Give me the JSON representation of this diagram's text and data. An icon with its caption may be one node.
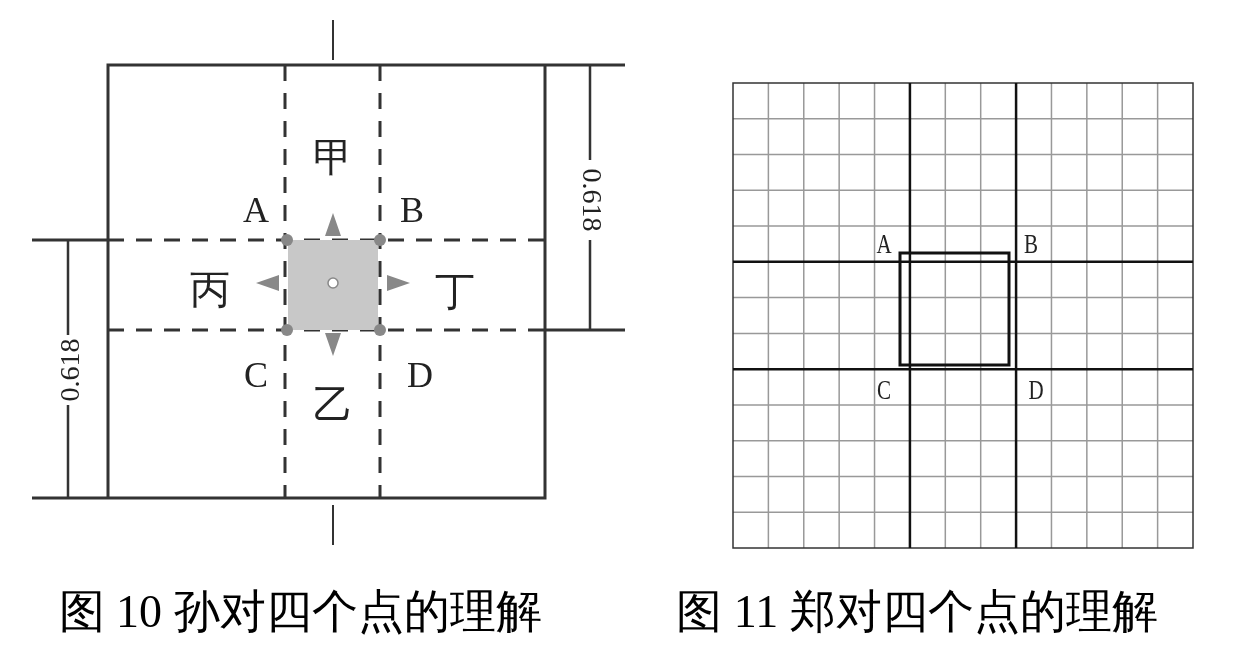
{
  "diagram": {
    "labels": [
      "甲",
      "A",
      "B",
      "0.618",
      "丙",
      "丁",
      "0.618",
      "C",
      "D",
      "乙",
      "A",
      "B",
      "C",
      "D",
      "图 10 孙对四个点的理解",
      "图 11 郑对四个点的理解"
    ]
  }
}
